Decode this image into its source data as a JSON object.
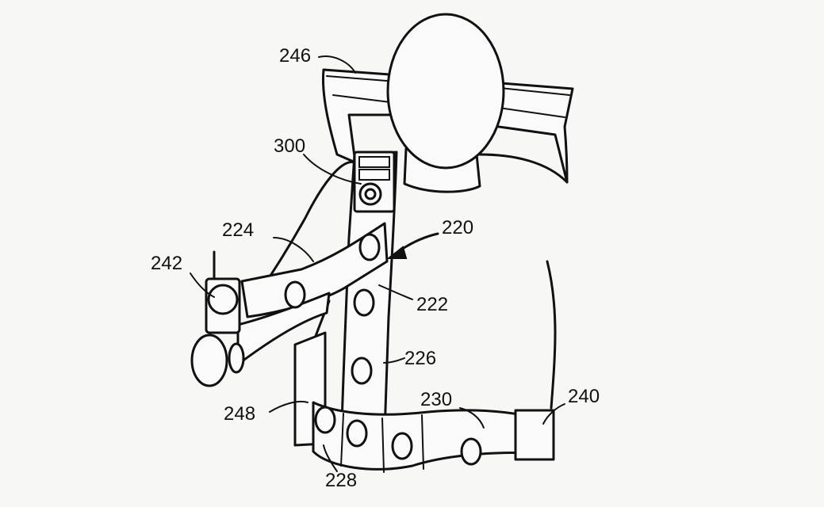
{
  "labels": {
    "l246": "246",
    "l300": "300",
    "l224": "224",
    "l220": "220",
    "l242": "242",
    "l222": "222",
    "l226": "226",
    "l248": "248",
    "l230": "230",
    "l240": "240",
    "l228": "228"
  },
  "colors": {
    "ink": "#111111",
    "paper": "#f7f7f5"
  }
}
